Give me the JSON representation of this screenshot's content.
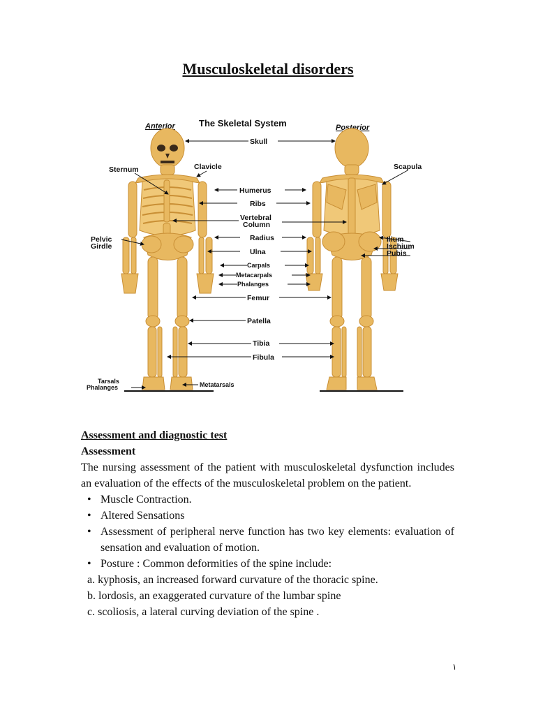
{
  "document": {
    "title": "Musculoskeletal disorders",
    "page_number": "١"
  },
  "figure": {
    "system_title": "The Skeletal System",
    "anterior_label": "Anterior",
    "posterior_label": "Posterior",
    "labels": {
      "skull": "Skull",
      "sternum": "Sternum",
      "clavicle": "Clavicle",
      "scapula": "Scapula",
      "humerus": "Humerus",
      "ribs": "Ribs",
      "vertebral": "Vertebral",
      "column": "Column",
      "pelvic": "Pelvic",
      "girdle": "Girdle",
      "radius": "Radius",
      "ilium": "Ilium",
      "ischium": "Ischium",
      "pubis": "Pubis",
      "ulna": "Ulna",
      "carpals": "Carpals",
      "metacarpals": "Metacarpals",
      "phalanges": "Phalanges",
      "femur": "Femur",
      "patella": "Patella",
      "tibia": "Tibia",
      "fibula": "Fibula",
      "tarsals": "Tarsals",
      "foot_phalanges": "Phalanges",
      "metatarsals": "Metatarsals"
    },
    "bone_color": "#e8b860",
    "bone_shade": "#c98f35"
  },
  "content": {
    "section_heading": "Assessment and diagnostic test",
    "sub_heading": "Assessment",
    "intro": "The nursing assessment of the patient with musculoskeletal dysfunction includes an evaluation of the effects of the musculoskeletal problem on the patient.",
    "bullets": [
      "Muscle Contraction.",
      "Altered Sensations",
      "Assessment of peripheral nerve function has two key elements: evaluation of sensation and evaluation of motion.",
      "Posture : Common deformities of the spine include:"
    ],
    "sub_items": [
      "a. kyphosis, an increased forward curvature of the thoracic spine.",
      "b. lordosis, an exaggerated curvature of the lumbar spine",
      "c. scoliosis, a lateral curving deviation of the spine ."
    ]
  }
}
